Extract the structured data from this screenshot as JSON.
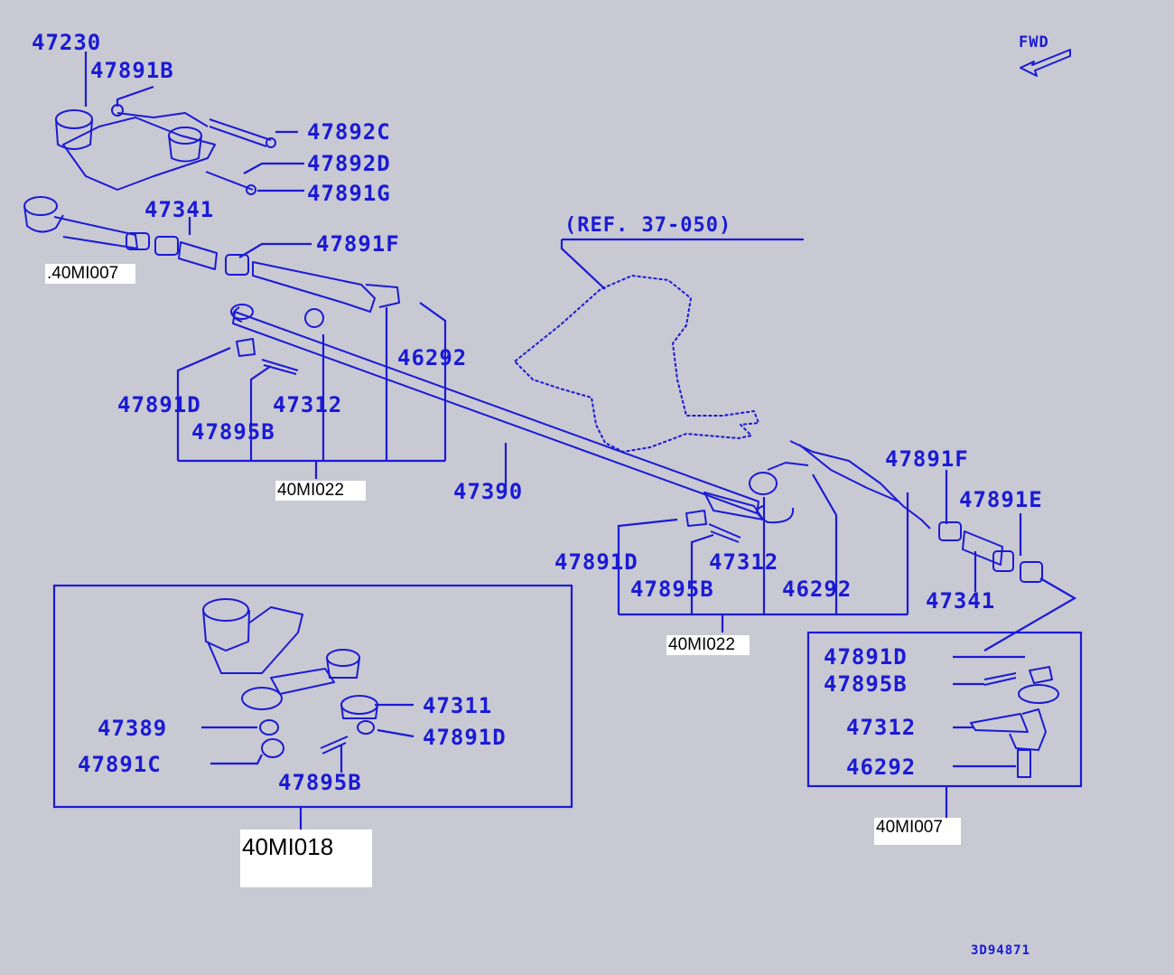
{
  "direction_label": "FWD",
  "reference_note": "(REF. 37-050)",
  "drawing_id": "3D94871",
  "parts": {
    "p47230": "47230",
    "p47891B": "47891B",
    "p47892C": "47892C",
    "p47892D": "47892D",
    "p47891G": "47891G",
    "p47341_left": "47341",
    "p47891F_left": "47891F",
    "p46292_left": "46292",
    "p47891D_left": "47891D",
    "p47312_left": "47312",
    "p47895B_left": "47895B",
    "p47390": "47390",
    "p47891F_right": "47891F",
    "p47891E": "47891E",
    "p47891D_mid": "47891D",
    "p47312_mid": "47312",
    "p47895B_mid": "47895B",
    "p46292_mid": "46292",
    "p47341_right": "47341",
    "p47891D_box_r": "47891D",
    "p47895B_box_r": "47895B",
    "p47312_box_r": "47312",
    "p46292_box_r": "46292",
    "p47311": "47311",
    "p47389": "47389",
    "p47891D_box_l": "47891D",
    "p47891C": "47891C",
    "p47895B_box_l": "47895B"
  },
  "refs": {
    "r1": ".40MI007",
    "r2": "40MI022",
    "r3": "40MI022",
    "r4": "40MI007",
    "r5": "40MI018"
  }
}
